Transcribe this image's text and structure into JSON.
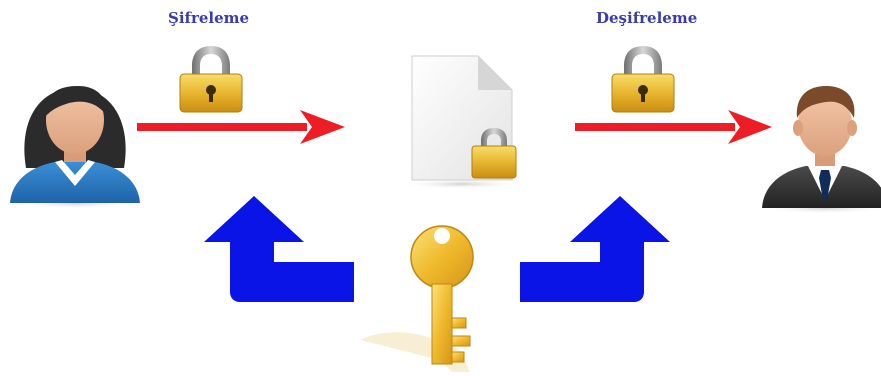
{
  "labels": {
    "encrypt": "Şifreleme",
    "decrypt": "Deşifreleme"
  },
  "icons": {
    "sender": "woman-user-icon",
    "receiver": "man-user-icon",
    "lock_encrypt": "padlock-icon",
    "lock_decrypt": "padlock-icon",
    "document": "locked-document-icon",
    "key": "golden-key-icon",
    "send_arrow": "red-right-arrow",
    "receive_arrow": "red-right-arrow",
    "key_to_encrypt": "blue-up-arrow",
    "key_to_decrypt": "blue-up-arrow"
  },
  "colors": {
    "label_text": "#3b3bb0",
    "flow_arrow": "#ee1c24",
    "key_arrow": "#0a14e6",
    "lock_gold": "#e8b630",
    "lock_shackle": "#9a9a9a"
  }
}
